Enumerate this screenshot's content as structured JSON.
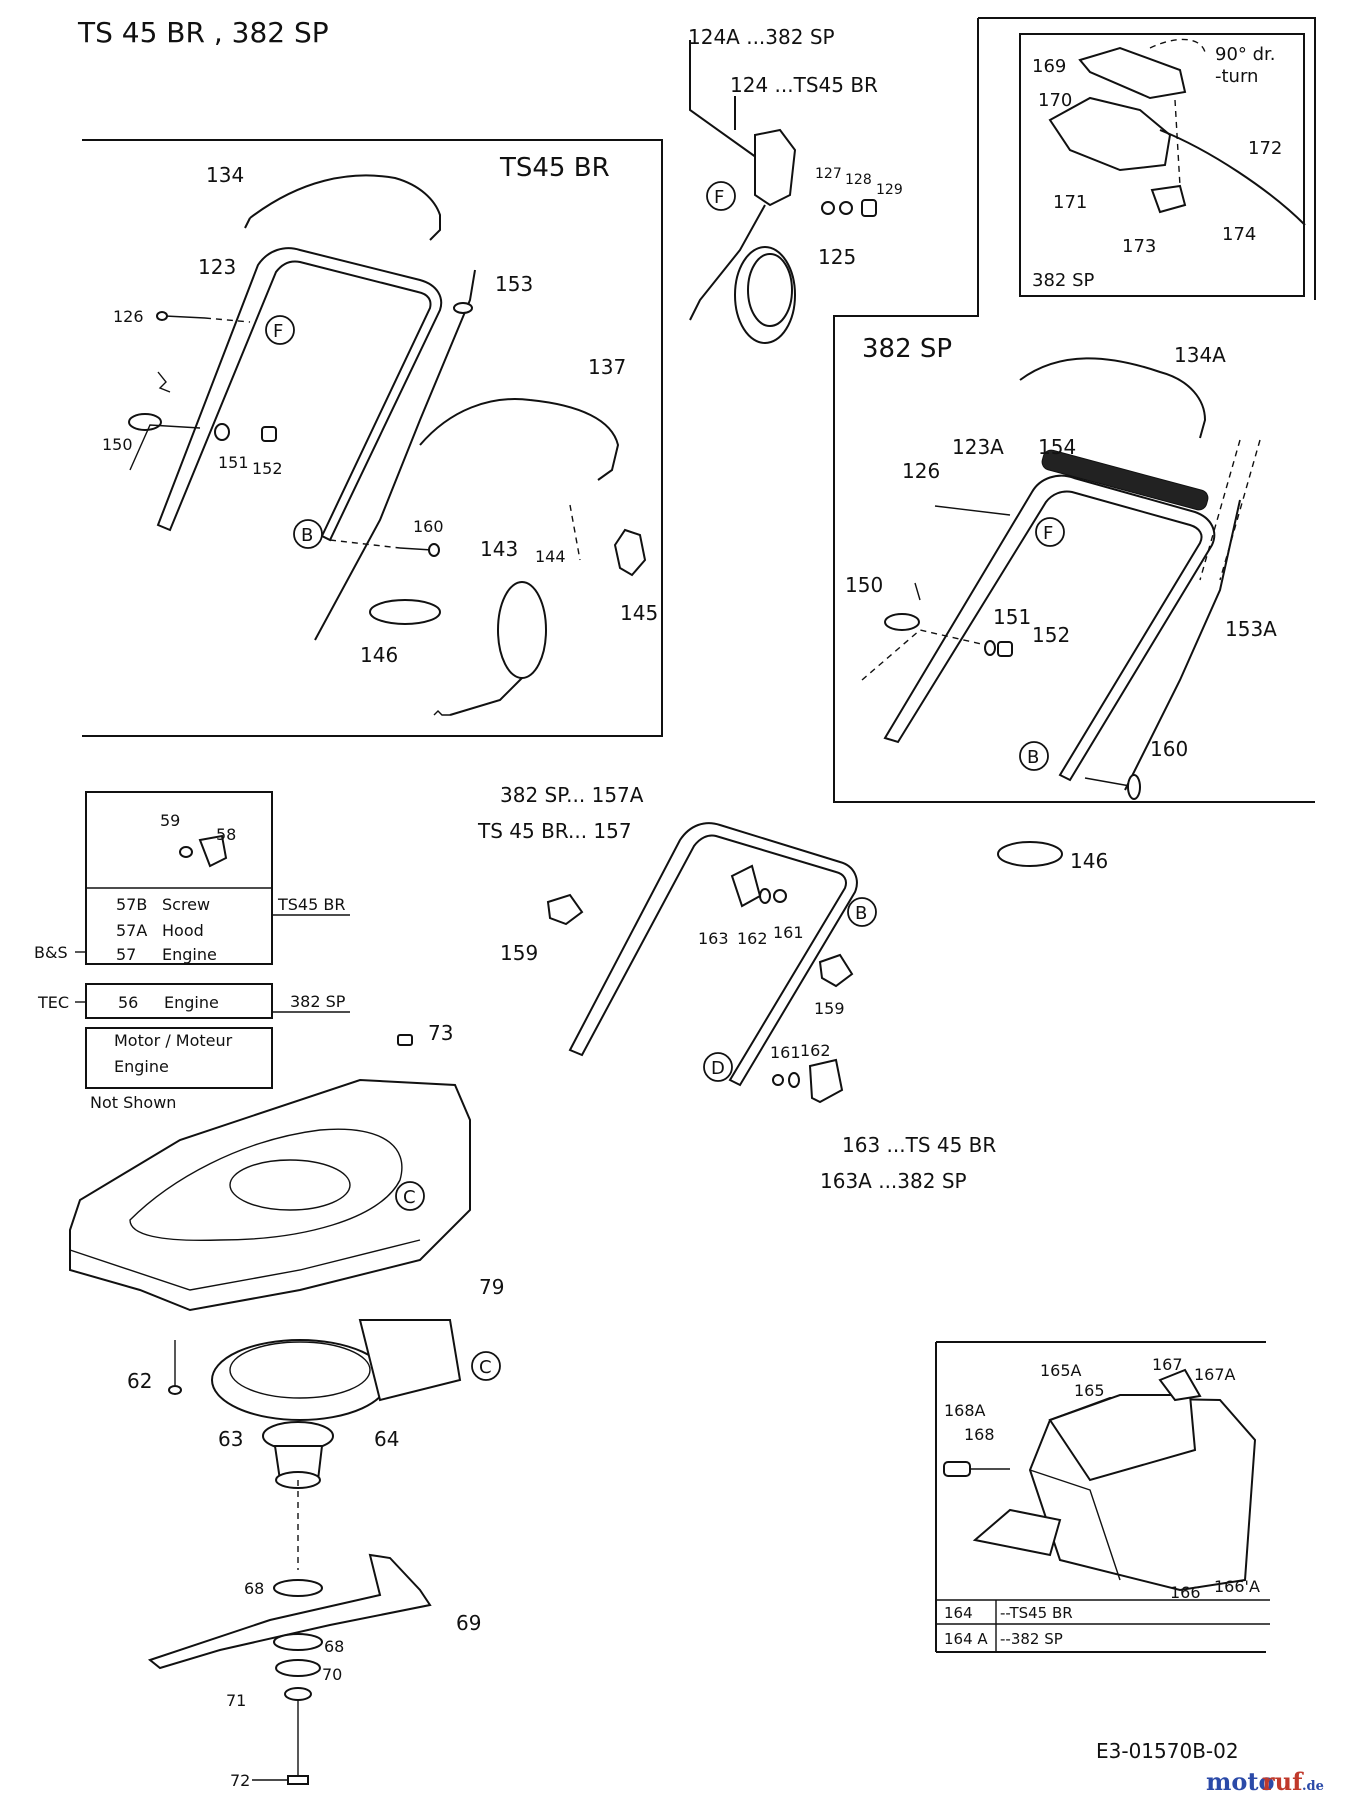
{
  "title": "TS 45 BR  ,  382 SP",
  "drawing_number": "E3-01570B-02",
  "watermark": {
    "text_a": "moto",
    "text_b": "ruf",
    "suffix": ".de"
  },
  "boxes": {
    "ts45br_title": "TS45 BR",
    "sp382_title": "382 SP",
    "inset_title": "382 SP",
    "inset_turn_1": "90° dr.",
    "inset_turn_2": "-turn"
  },
  "engine_table": {
    "row_57b": {
      "num": "57B",
      "desc": "Screw"
    },
    "row_57a": {
      "num": "57A",
      "desc": "Hood"
    },
    "row_57": {
      "num": "57",
      "desc": "Engine"
    },
    "label_ts45br": "TS45 BR",
    "label_bs": "B&S",
    "row_56": {
      "num": "56",
      "desc": "Engine"
    },
    "label_382sp": "382 SP",
    "label_tec": "TEC",
    "motor_line1": "Motor  / Moteur",
    "motor_line2": "Engine",
    "not_shown": "Not Shown"
  },
  "grass_table": {
    "row1_num": "164",
    "row1_desc": "--TS45 BR",
    "row2_num": "164 A",
    "row2_desc": "--382 SP"
  },
  "model_notes": {
    "n124a": "124A ...382 SP",
    "n124": "124 ...TS45 BR",
    "n157a": "382 SP... 157A",
    "n157": "TS 45 BR... 157",
    "n163": "163 ...TS 45 BR",
    "n163a": "163A ...382 SP"
  },
  "callouts": [
    "F",
    "B",
    "C",
    "D"
  ],
  "part_numbers": {
    "p134": "134",
    "p123": "123",
    "p126": "126",
    "p153": "153",
    "p137": "137",
    "p150": "150",
    "p151": "151",
    "p152": "152",
    "p160": "160",
    "p143": "143",
    "p144": "144",
    "p145": "145",
    "p146": "146",
    "p127": "127",
    "p128": "128",
    "p129": "129",
    "p125": "125",
    "p169": "169",
    "p170": "170",
    "p171": "171",
    "p172": "172",
    "p173": "173",
    "p174": "174",
    "p134a": "134A",
    "p123a": "123A",
    "p154": "154",
    "p126b": "126",
    "p150b": "150",
    "p151b": "151",
    "p152b": "152",
    "p153a": "153A",
    "p160b": "160",
    "p146b": "146",
    "p59": "59",
    "p58": "58",
    "p159a": "159",
    "p159b": "159",
    "p163": "163",
    "p162": "162",
    "p161": "161",
    "p161b": "161",
    "p162b": "162",
    "p73": "73",
    "p79": "79",
    "p62": "62",
    "p63": "63",
    "p64": "64",
    "p68a": "68",
    "p69": "69",
    "p68b": "68",
    "p70": "70",
    "p71": "71",
    "p72": "72",
    "p165a": "165A",
    "p165": "165",
    "p167": "167",
    "p167a": "167A",
    "p168a": "168A",
    "p168": "168",
    "p166": "166",
    "p166a": "166'A"
  }
}
